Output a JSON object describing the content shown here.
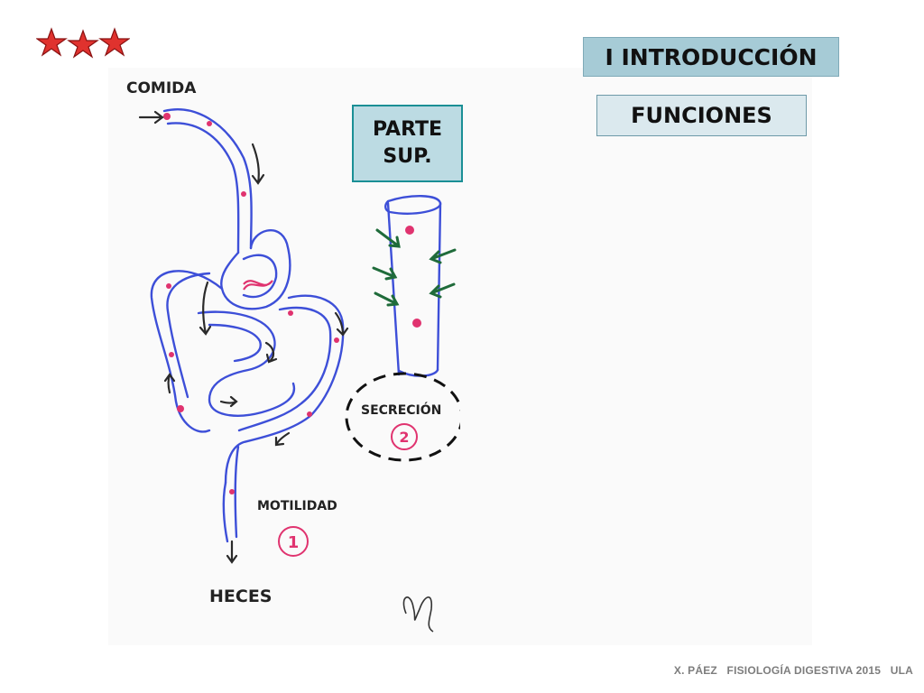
{
  "header": {
    "section_title": "I INTRODUCCIÓN",
    "subtitle": "FUNCIONES",
    "part_label_line1": "PARTE",
    "part_label_line2": "SUP."
  },
  "sketch": {
    "food_label": "COMIDA",
    "feces_label": "HECES",
    "motility_label": "MOTILIDAD",
    "motility_number": "1",
    "secretion_label": "SECRECIÓN",
    "secretion_number": "2"
  },
  "footer": {
    "text": "X. PÁEZ   FISIOLOGÍA DIGESTIVA 2015   ULA"
  },
  "colors": {
    "tube": "#3d4fd8",
    "pink": "#e0336f",
    "arrow_dark": "#2a2a2a",
    "arrow_green": "#1f6b3a",
    "title_bg": "#a6cbd6",
    "stars": "#e0322e"
  }
}
